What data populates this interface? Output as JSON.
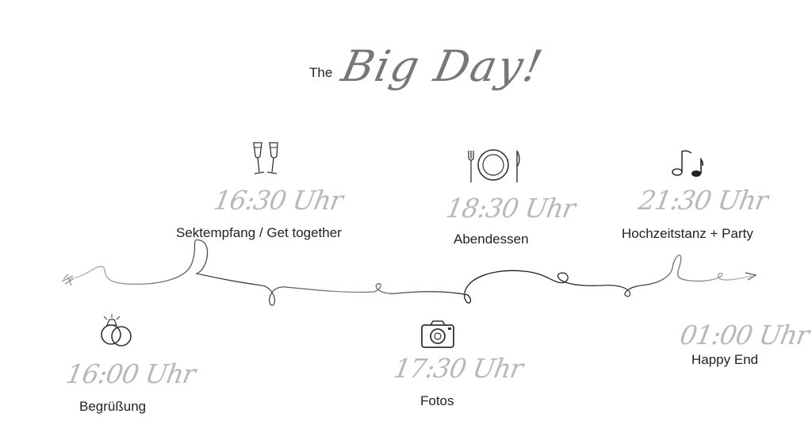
{
  "title": {
    "prefix": "The",
    "script": "Big Day!"
  },
  "events": [
    {
      "time": "16:00 Uhr",
      "label": "Begrüßung",
      "icon": "rings-icon"
    },
    {
      "time": "16:30 Uhr",
      "label": "Sektempfang / Get together",
      "icon": "champagne-glasses-icon"
    },
    {
      "time": "17:30 Uhr",
      "label": "Fotos",
      "icon": "camera-icon"
    },
    {
      "time": "18:30 Uhr",
      "label": "Abendessen",
      "icon": "plate-cutlery-icon"
    },
    {
      "time": "21:30 Uhr",
      "label": "Hochzeitstanz + Party",
      "icon": "music-notes-icon"
    },
    {
      "time": "01:00 Uhr",
      "label": "Happy End",
      "icon": ""
    }
  ]
}
